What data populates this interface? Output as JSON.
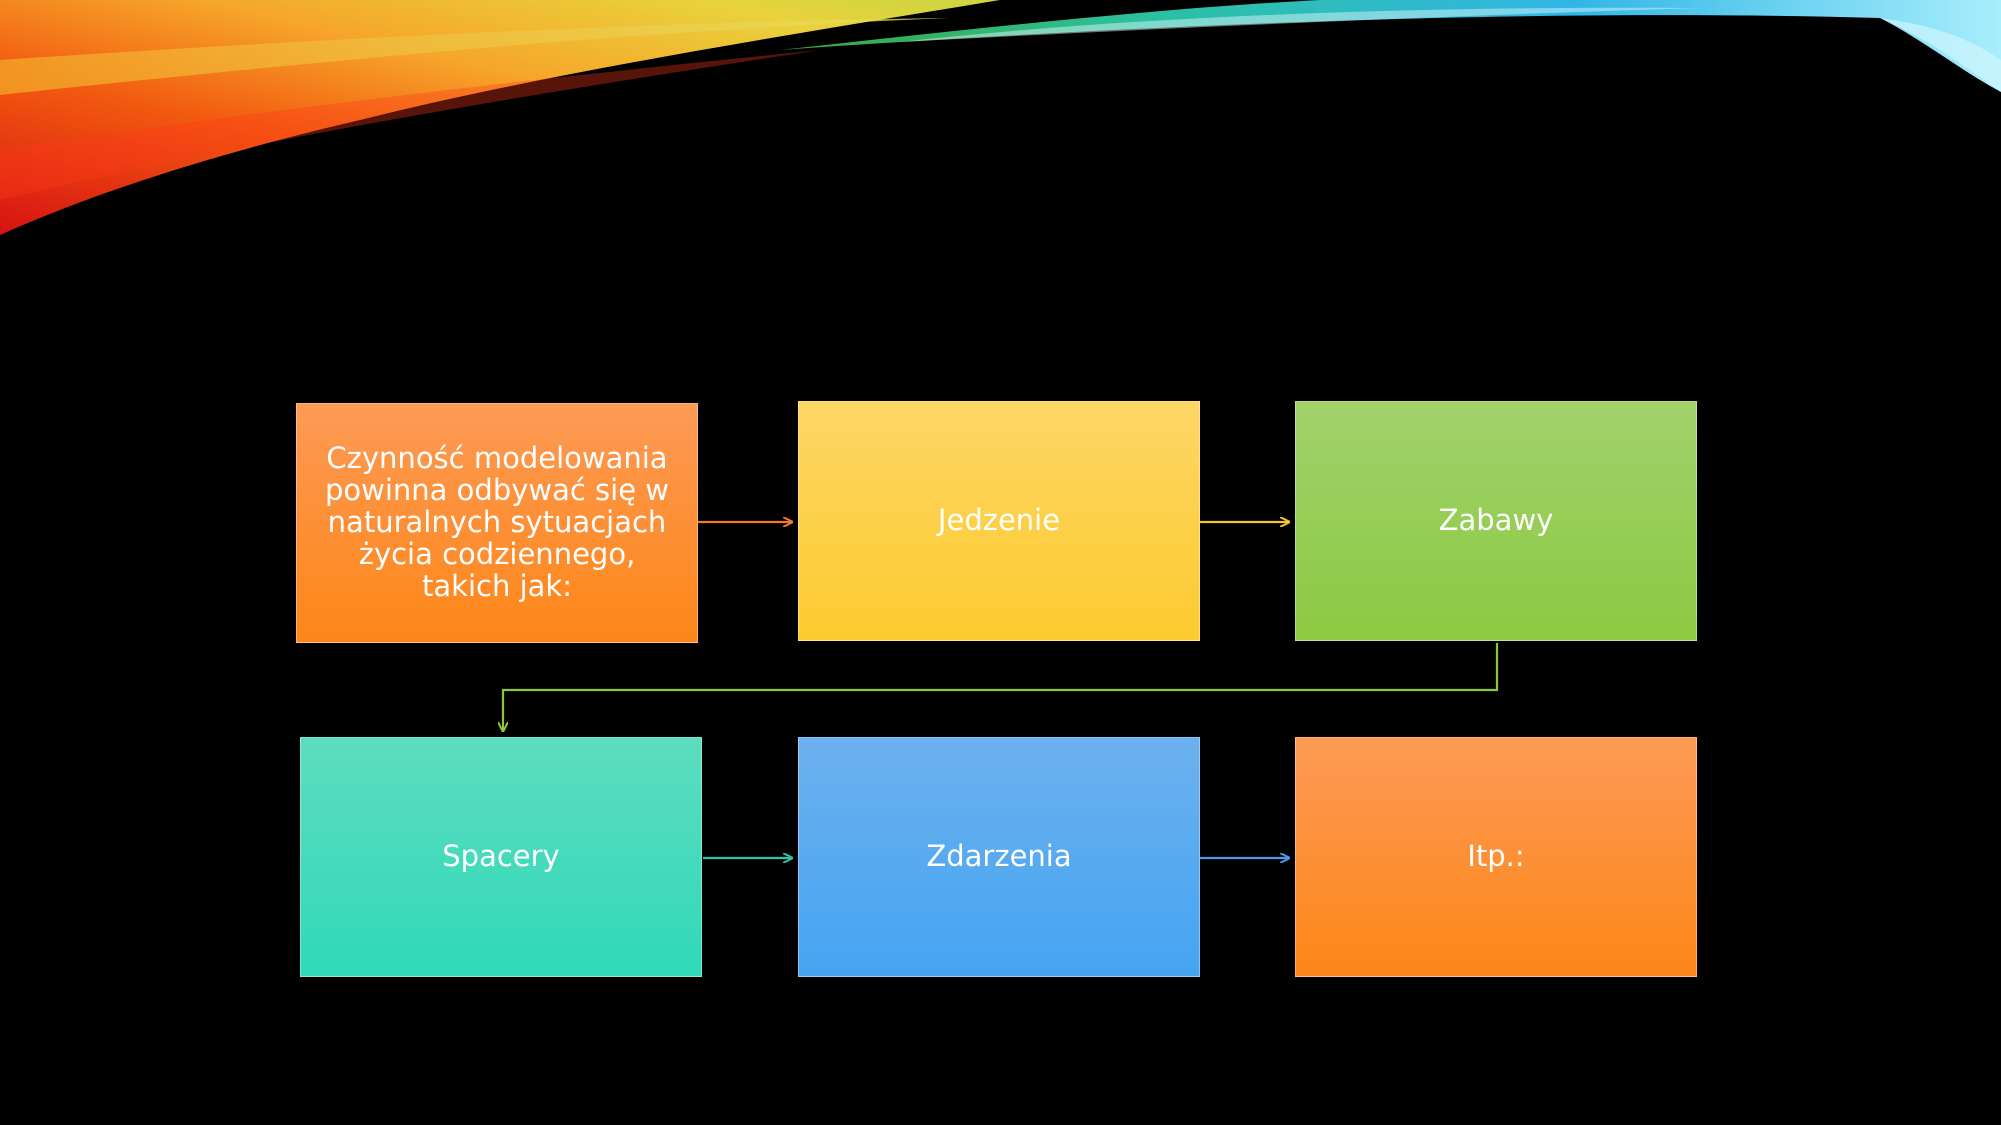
{
  "diagram": {
    "nodes": [
      {
        "id": "n1",
        "label": "Czynność modelowania powinna odbywać się w naturalnych sytuacjach życia codziennego, takich jak:",
        "color": "#fd8c2a"
      },
      {
        "id": "n2",
        "label": "Jedzenie",
        "color": "#fdcf3e"
      },
      {
        "id": "n3",
        "label": "Zabawy",
        "color": "#92cd52"
      },
      {
        "id": "n4",
        "label": "Spacery",
        "color": "#3cdab9"
      },
      {
        "id": "n5",
        "label": "Zdarzenia",
        "color": "#54a9f0"
      },
      {
        "id": "n6",
        "label": "Itp.:",
        "color": "#fd8c2a"
      }
    ],
    "edges": [
      {
        "from": "n1",
        "to": "n2",
        "color": "#f47a2a"
      },
      {
        "from": "n2",
        "to": "n3",
        "color": "#f5c430"
      },
      {
        "from": "n3",
        "to": "n4",
        "color": "#8cc63f"
      },
      {
        "from": "n4",
        "to": "n5",
        "color": "#2ec4a8"
      },
      {
        "from": "n5",
        "to": "n6",
        "color": "#4a9be3"
      }
    ]
  }
}
